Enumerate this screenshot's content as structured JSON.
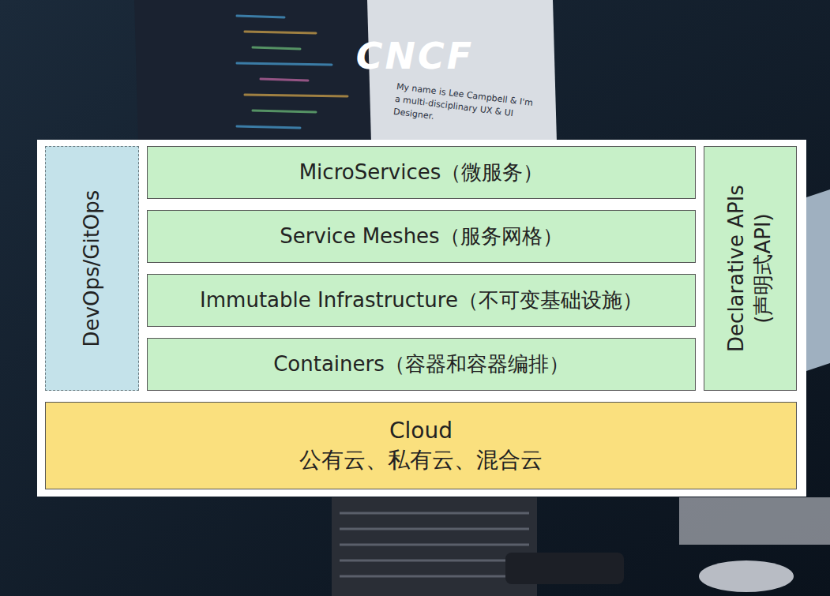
{
  "diagram": {
    "title": "CNCF",
    "nodes": [
      {
        "text": [
          "DevOps/GitOps"
        ]
      },
      {
        "text": [
          "MicroServices（微服务）"
        ]
      },
      {
        "text": [
          "Service Meshes（服务网格）"
        ]
      },
      {
        "text": [
          "Immutable Infrastructure（不可变基础设施）"
        ]
      },
      {
        "text": [
          "Containers（容器和容器编排）"
        ]
      },
      {
        "text": [
          "Declarative APIs (声明式API)"
        ]
      },
      {
        "text": [
          "Cloud",
          "公有云、私有云、混合云"
        ]
      }
    ],
    "labels": [
      "My name is Lee Campbell & I'm a multi-disciplinary UX & UI Designer."
    ]
  }
}
